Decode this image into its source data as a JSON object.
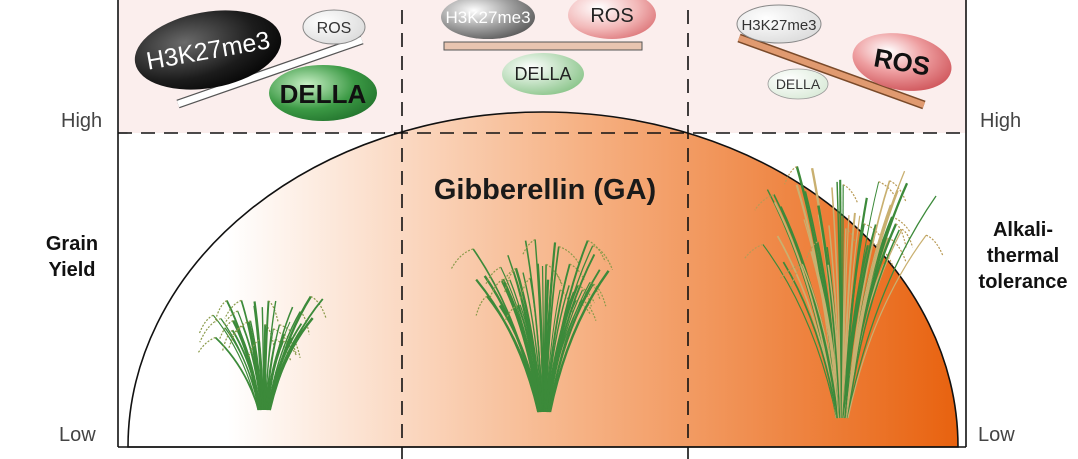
{
  "title": "Gibberellin (GA)",
  "left_axis": {
    "label_line1": "Grain",
    "label_line2": "Yield",
    "high": "High",
    "low": "Low"
  },
  "right_axis": {
    "label_line1": "Alkali-",
    "label_line2": "thermal",
    "label_line3": "tolerance",
    "high": "High",
    "low": "Low"
  },
  "panels": [
    {
      "name": "low-ga",
      "h3k27me3": "H3K27me3",
      "ros": "ROS",
      "della": "DELLA",
      "tilt": "toward-h3k27me3"
    },
    {
      "name": "mid-ga",
      "h3k27me3": "H3K27me3",
      "ros": "ROS",
      "della": "DELLA",
      "tilt": "balanced"
    },
    {
      "name": "high-ga",
      "h3k27me3": "H3K27me3",
      "ros": "ROS",
      "della": "DELLA",
      "tilt": "toward-ros"
    }
  ],
  "colors": {
    "top_band": "#fbeeed",
    "gradient_start": "#ffffff",
    "gradient_mid": "#f5a56a",
    "gradient_end": "#e8620f",
    "h3k27me3_dark": "#1a1a1a",
    "ros_red": "#e8868a",
    "della_green": "#2f8c3a",
    "plant_green": "#3c8a3a",
    "plant_straw": "#c9b070"
  }
}
